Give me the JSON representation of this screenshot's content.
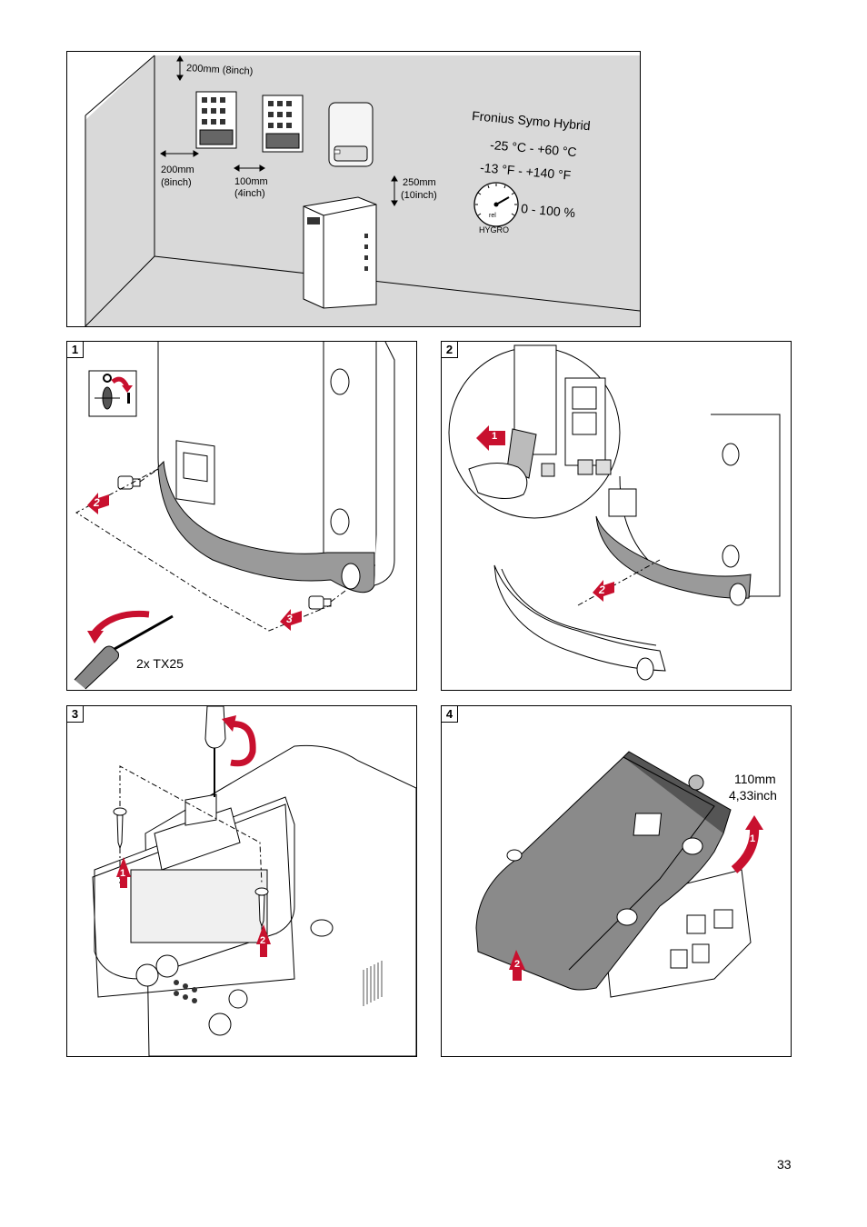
{
  "top_panel": {
    "dim_top": "200mm (8inch)",
    "dim_left_1": "200mm",
    "dim_left_2": "(8inch)",
    "dim_mid_1": "100mm",
    "dim_mid_2": "(4inch)",
    "dim_right_1": "250mm",
    "dim_right_2": "(10inch)",
    "product": "Fronius Symo Hybrid",
    "temp_c": "-25 °C - +60 °C",
    "temp_f": "-13 °F - +140 °F",
    "humidity": "0 - 100 %",
    "hygro_label": "HYGRO",
    "hygro_rel": "rel"
  },
  "steps": [
    {
      "number": "1",
      "tool": "2x TX25",
      "arrow_a": "2",
      "arrow_b": "3"
    },
    {
      "number": "2",
      "arrow_a": "1",
      "arrow_b": "2"
    },
    {
      "number": "3",
      "arrow_a": "1",
      "arrow_b": "2"
    },
    {
      "number": "4",
      "dim_1": "110mm",
      "dim_2": "4,33inch",
      "arrow_a": "1",
      "arrow_b": "2"
    }
  ],
  "page_number": "33"
}
